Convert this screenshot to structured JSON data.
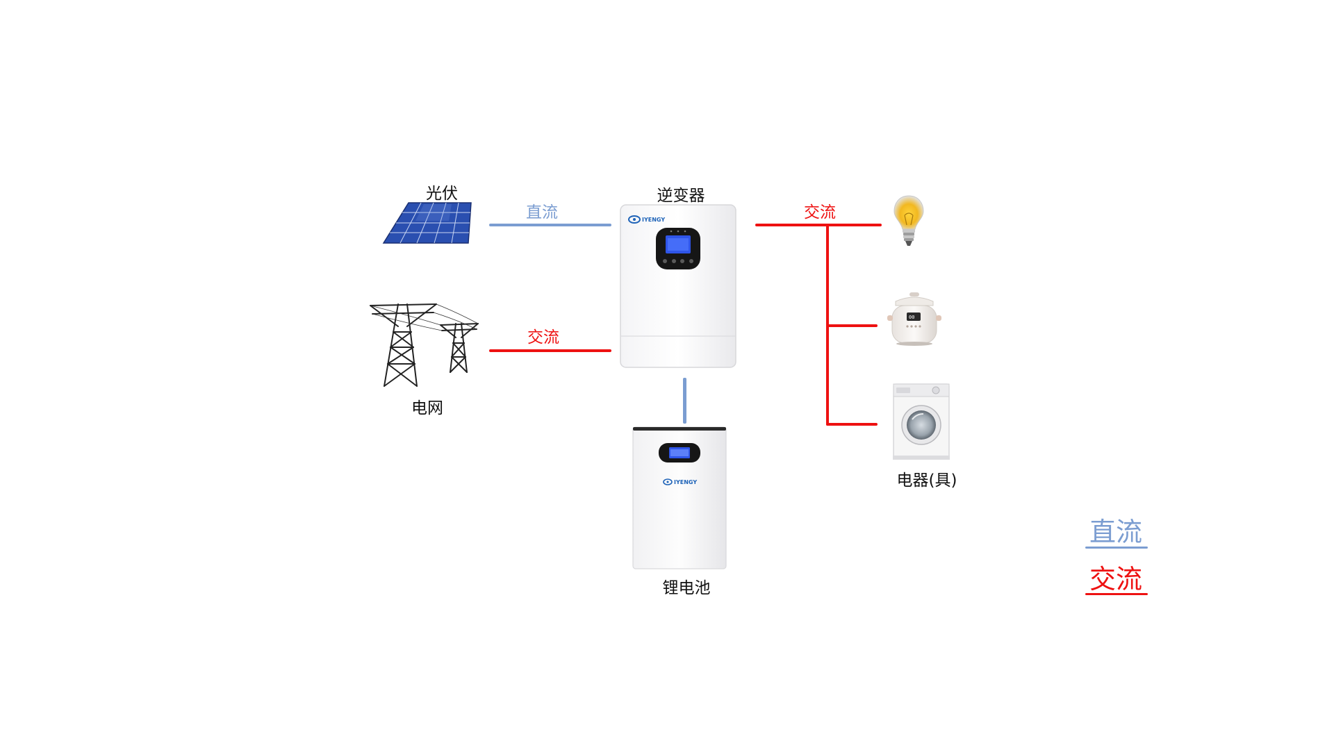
{
  "colors": {
    "dc": "#7b9dd1",
    "ac": "#ee1111"
  },
  "nodes": {
    "pv": {
      "label": "光伏",
      "icon": "solar-panel-icon"
    },
    "grid": {
      "label": "电网",
      "icon": "power-tower-icon"
    },
    "inverter": {
      "label": "逆变器",
      "icon": "inverter-icon",
      "brand": "IYENGY"
    },
    "battery": {
      "label": "锂电池",
      "icon": "battery-cabinet-icon",
      "brand": "IYENGY"
    },
    "appliances": {
      "label": "电器(具)",
      "icons": [
        "light-bulb-icon",
        "rice-cooker-icon",
        "washing-machine-icon"
      ]
    }
  },
  "flows": {
    "pv_to_inverter": "直流",
    "grid_to_inverter": "交流",
    "inverter_to_load": "交流"
  },
  "legend": {
    "dc": "直流",
    "ac": "交流"
  }
}
